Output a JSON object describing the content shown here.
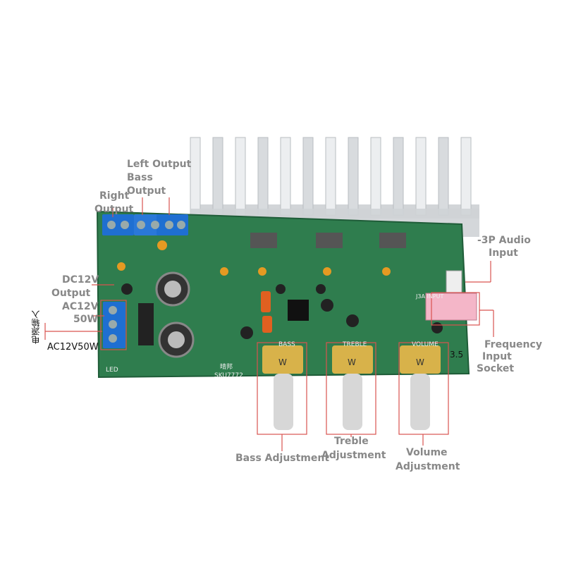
{
  "callouts": {
    "left_output": "Left Output",
    "bass_output_1": "Bass",
    "bass_output_2": "Output",
    "right_output_1": "Right",
    "right_output_2": "Output",
    "audio_input_1": "-3P Audio",
    "audio_input_2": "Input",
    "dc12v": "DC12V",
    "output": "Output",
    "ac12v": "AC12V",
    "w50": "50W",
    "ac12v50w": "AC12V50W",
    "vertical_cn": "电源输入",
    "frequency_1": "Frequency",
    "frequency_2": "Input",
    "frequency_3": "Socket",
    "bass_adjustment": "Bass Adjustment",
    "treble_1": "Treble",
    "treble_2": "Adjustment",
    "volume_1": "Volume",
    "volume_2": "Adjustment"
  },
  "board": {
    "sku": "SKU7772",
    "brand_cn": "晴邦",
    "bass_knob_label": "BASS",
    "treble_knob_label": "TREBLE",
    "volume_knob_label": "VOLUME",
    "pot_mark": "W",
    "jack_label": "3.5",
    "input_label": "J3A INPUT",
    "led_label": "LED"
  },
  "colors": {
    "pcb": "#2f7d4e",
    "heatsink": "#e4e6e8",
    "callout_box": "#d9534f",
    "terminal_blue": "#1f6fd1",
    "pot_gold": "#d8b24a"
  }
}
